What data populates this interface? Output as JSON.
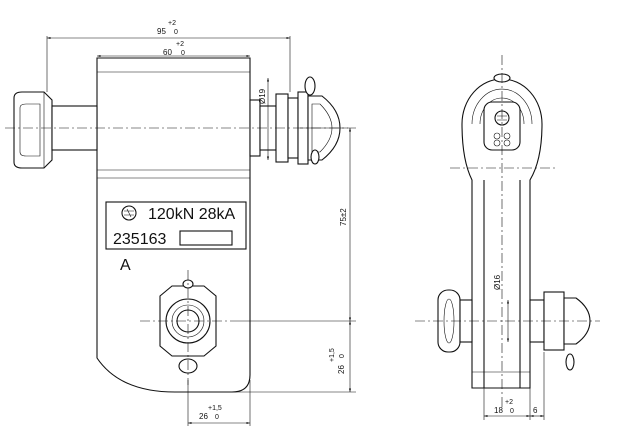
{
  "drawing": {
    "plate": {
      "rating": "120kN 28kA",
      "serial": "235163",
      "view_label": "A"
    },
    "dimensions": {
      "total_width": {
        "nominal": "95",
        "tol_upper": "+2",
        "tol_lower": "0"
      },
      "body_width": {
        "nominal": "60",
        "tol_upper": "+2",
        "tol_lower": "0"
      },
      "pin_diameter": "Ø19",
      "center_distance": "75±2",
      "bottom_offset": {
        "nominal": "26",
        "tol_upper": "+1,5",
        "tol_lower": "0"
      },
      "bottom_width": {
        "nominal": "26",
        "tol_upper": "+1,5",
        "tol_lower": "0"
      },
      "side_pin_diameter": "Ø16",
      "side_width": {
        "nominal": "18",
        "tol_upper": "+2",
        "tol_lower": "0"
      },
      "side_extra": "6"
    }
  }
}
